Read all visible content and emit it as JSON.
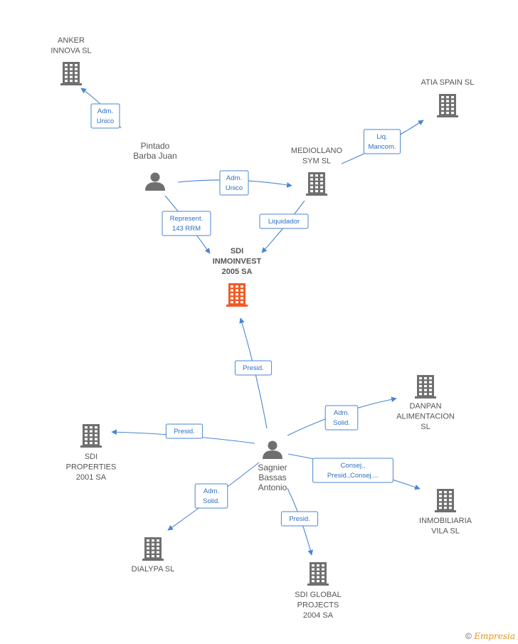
{
  "colors": {
    "building": "#6f6f6f",
    "main_building": "#f15a24",
    "person": "#6f6f6f",
    "edge": "#4a86d0",
    "edge_text": "#2f6fbf"
  },
  "nodes": {
    "anker": {
      "type": "company",
      "lines": [
        "ANKER",
        "INNOVA SL"
      ]
    },
    "atia": {
      "type": "company",
      "lines": [
        "ATIA SPAIN SL"
      ]
    },
    "pintado": {
      "type": "person",
      "lines": [
        "Pintado",
        "Barba Juan"
      ]
    },
    "mediollano": {
      "type": "company",
      "lines": [
        "MEDIOLLANO",
        "SYM SL"
      ]
    },
    "sdi": {
      "type": "main",
      "lines": [
        "SDI",
        "INMOINVEST",
        "2005 SA"
      ]
    },
    "danpan": {
      "type": "company",
      "lines": [
        "DANPAN",
        "ALIMENTACION",
        "SL"
      ]
    },
    "sdiprop": {
      "type": "company",
      "lines": [
        "SDI",
        "PROPERTIES",
        "2001 SA"
      ]
    },
    "sagnier": {
      "type": "person",
      "lines": [
        "Sagnier",
        "Bassas",
        "Antonio"
      ]
    },
    "vila": {
      "type": "company",
      "lines": [
        "INMOBILIARIA",
        "VILA SL"
      ]
    },
    "dialypa": {
      "type": "company",
      "lines": [
        "DIALYPA SL"
      ]
    },
    "sdiglobal": {
      "type": "company",
      "lines": [
        "SDI GLOBAL",
        "PROJECTS",
        "2004 SA"
      ]
    }
  },
  "edges": [
    {
      "from": "pintado",
      "to": "anker",
      "label": [
        "Adm.",
        "Unico"
      ]
    },
    {
      "from": "pintado",
      "to": "mediollano",
      "label": [
        "Adm.",
        "Unico"
      ]
    },
    {
      "from": "mediollano",
      "to": "atia",
      "label": [
        "Liq.",
        "Mancom."
      ]
    },
    {
      "from": "pintado",
      "to": "sdi",
      "label": [
        "Represent.",
        "143 RRM"
      ]
    },
    {
      "from": "mediollano",
      "to": "sdi",
      "label": [
        "Liquidador"
      ]
    },
    {
      "from": "sagnier",
      "to": "sdi",
      "label": [
        "Presid."
      ]
    },
    {
      "from": "sagnier",
      "to": "danpan",
      "label": [
        "Adm.",
        "Solid."
      ]
    },
    {
      "from": "sagnier",
      "to": "sdiprop",
      "label": [
        "Presid."
      ]
    },
    {
      "from": "sagnier",
      "to": "vila",
      "label": [
        "Consej.,",
        "Presid.,Consej...."
      ]
    },
    {
      "from": "sagnier",
      "to": "dialypa",
      "label": [
        "Adm.",
        "Solid."
      ]
    },
    {
      "from": "sagnier",
      "to": "sdiglobal",
      "label": [
        "Presid."
      ]
    }
  ],
  "footer": {
    "copyright": "©",
    "brand": "Empresia"
  }
}
